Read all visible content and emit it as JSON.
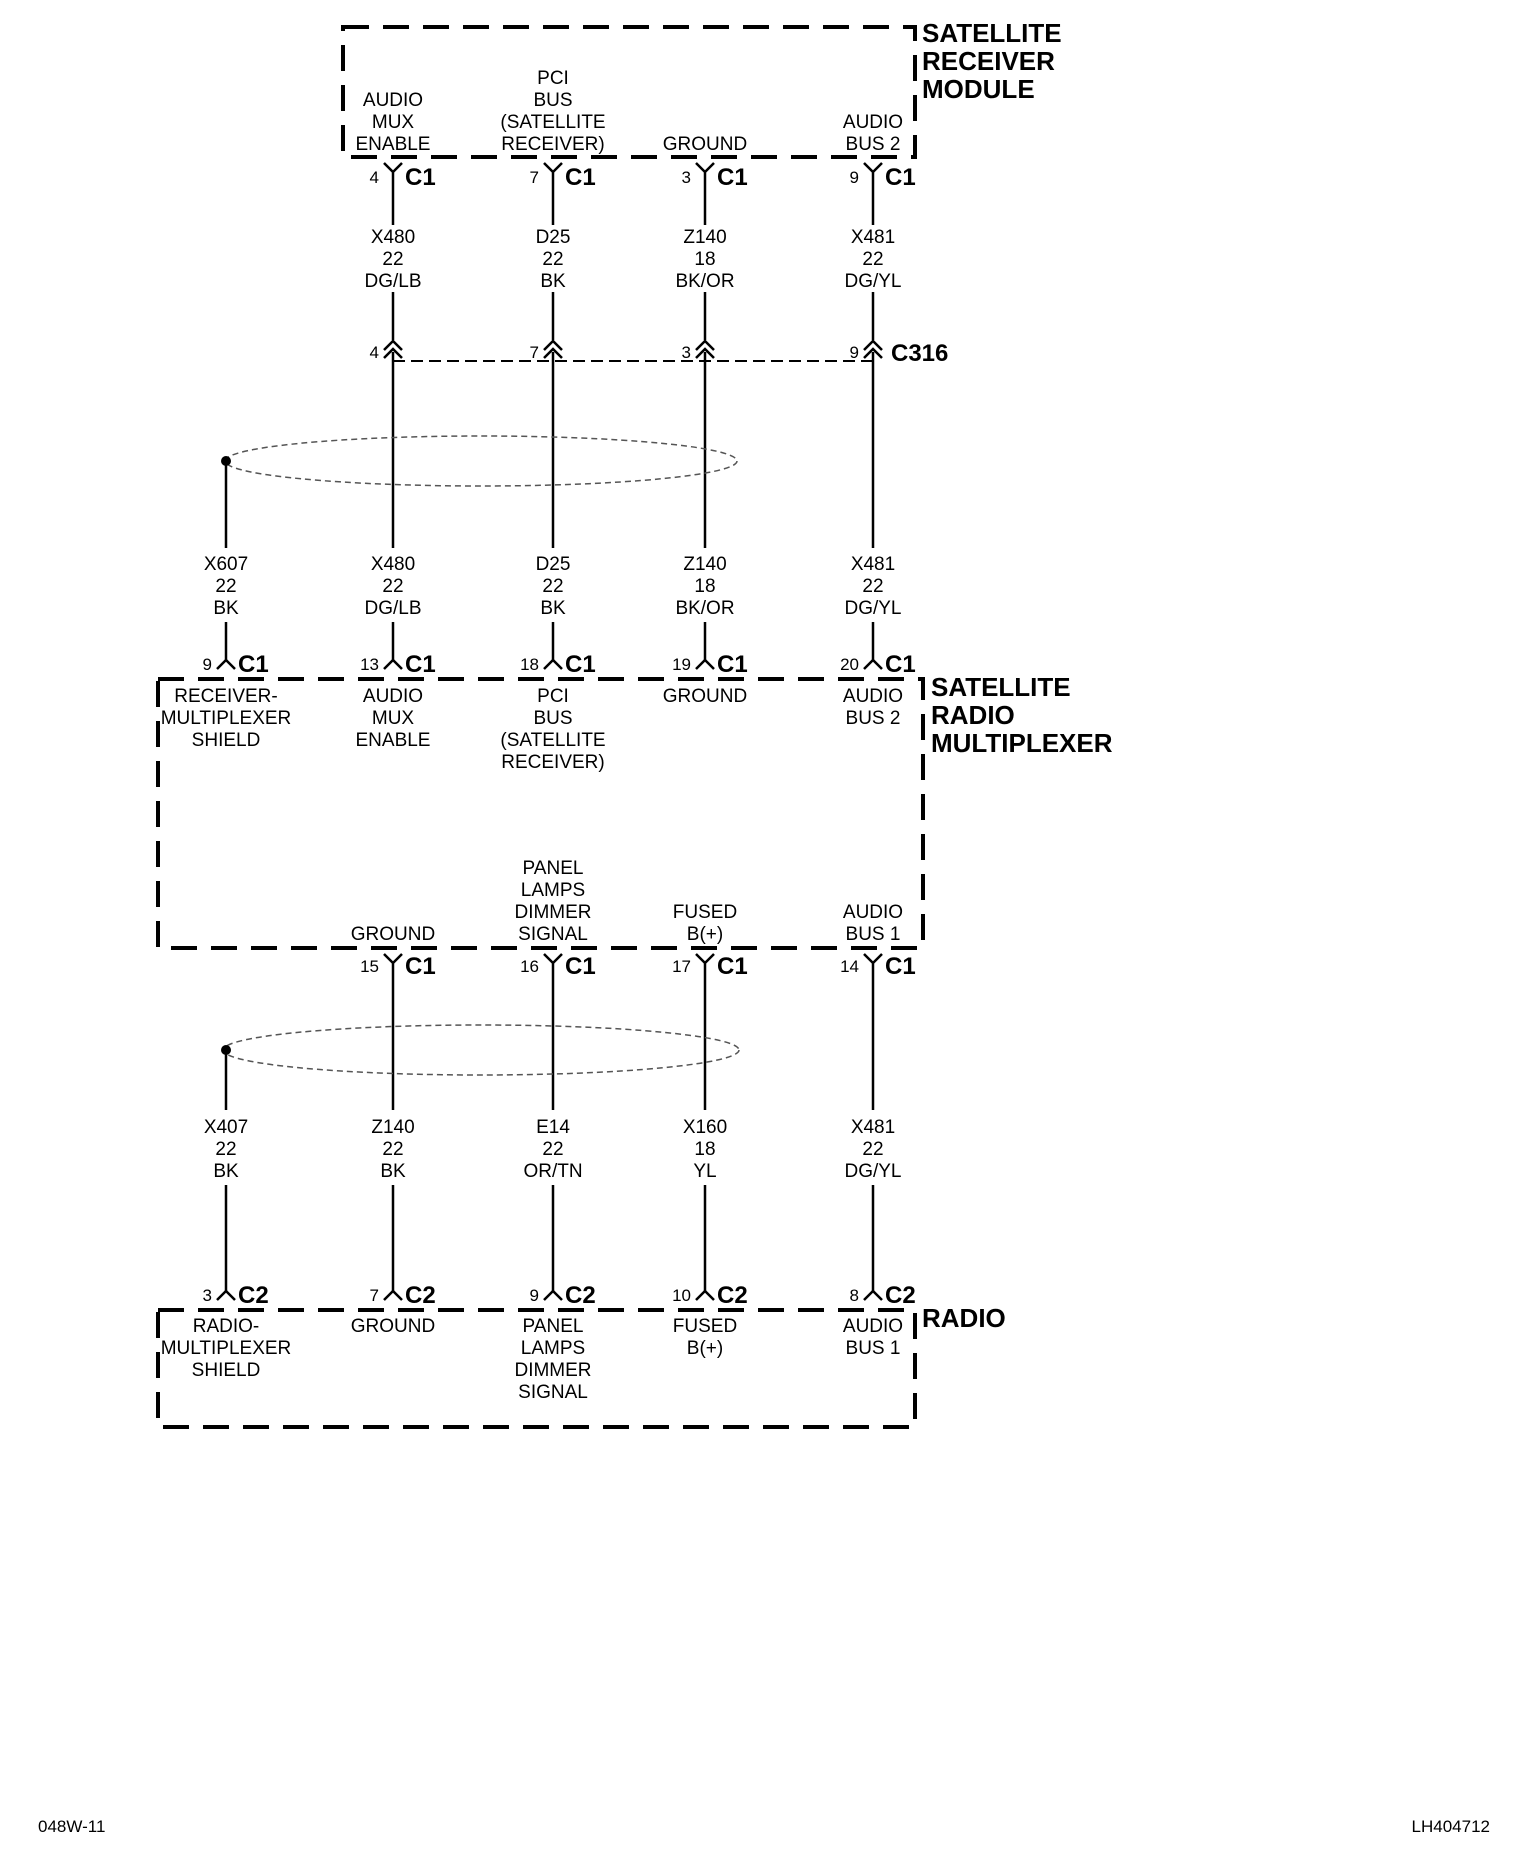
{
  "components": {
    "satellite_receiver_module": {
      "name_lines": [
        "SATELLITE",
        "RECEIVER",
        "MODULE"
      ],
      "pins": [
        {
          "label": [
            "AUDIO",
            "MUX",
            "ENABLE"
          ],
          "pin": "4",
          "connector": "C1"
        },
        {
          "label": [
            "PCI",
            "BUS",
            "(SATELLITE",
            "RECEIVER)"
          ],
          "pin": "7",
          "connector": "C1"
        },
        {
          "label": [
            "GROUND"
          ],
          "pin": "3",
          "connector": "C1"
        },
        {
          "label": [
            "AUDIO",
            "BUS 2"
          ],
          "pin": "9",
          "connector": "C1"
        }
      ]
    },
    "splice_connector": {
      "name": "C316",
      "pins": [
        "4",
        "7",
        "3",
        "9"
      ]
    },
    "satellite_radio_multiplexer": {
      "name_lines": [
        "SATELLITE",
        "RADIO",
        "MULTIPLEXER"
      ],
      "top_pins": [
        {
          "label": [
            "RECEIVER-",
            "MULTIPLEXER",
            "SHIELD"
          ],
          "pin": "9",
          "connector": "C1"
        },
        {
          "label": [
            "AUDIO",
            "MUX",
            "ENABLE"
          ],
          "pin": "13",
          "connector": "C1"
        },
        {
          "label": [
            "PCI",
            "BUS",
            "(SATELLITE",
            "RECEIVER)"
          ],
          "pin": "18",
          "connector": "C1"
        },
        {
          "label": [
            "GROUND"
          ],
          "pin": "19",
          "connector": "C1"
        },
        {
          "label": [
            "AUDIO",
            "BUS 2"
          ],
          "pin": "20",
          "connector": "C1"
        }
      ],
      "bottom_pins": [
        {
          "label": [
            "GROUND"
          ],
          "pin": "15",
          "connector": "C1"
        },
        {
          "label": [
            "PANEL",
            "LAMPS",
            "DIMMER",
            "SIGNAL"
          ],
          "pin": "16",
          "connector": "C1"
        },
        {
          "label": [
            "FUSED",
            "B(+)"
          ],
          "pin": "17",
          "connector": "C1"
        },
        {
          "label": [
            "AUDIO",
            "BUS 1"
          ],
          "pin": "14",
          "connector": "C1"
        }
      ]
    },
    "radio": {
      "name_lines": [
        "RADIO"
      ],
      "pins": [
        {
          "label": [
            "RADIO-",
            "MULTIPLEXER",
            "SHIELD"
          ],
          "pin": "3",
          "connector": "C2"
        },
        {
          "label": [
            "GROUND"
          ],
          "pin": "7",
          "connector": "C2"
        },
        {
          "label": [
            "PANEL",
            "LAMPS",
            "DIMMER",
            "SIGNAL"
          ],
          "pin": "9",
          "connector": "C2"
        },
        {
          "label": [
            "FUSED",
            "B(+)"
          ],
          "pin": "10",
          "connector": "C2"
        },
        {
          "label": [
            "AUDIO",
            "BUS 1"
          ],
          "pin": "8",
          "connector": "C2"
        }
      ]
    }
  },
  "wires": {
    "upper": [
      {
        "circuit": "X480",
        "gauge": "22",
        "color": "DG/LB"
      },
      {
        "circuit": "D25",
        "gauge": "22",
        "color": "BK"
      },
      {
        "circuit": "Z140",
        "gauge": "18",
        "color": "BK/OR"
      },
      {
        "circuit": "X481",
        "gauge": "22",
        "color": "DG/YL"
      }
    ],
    "middle": [
      {
        "circuit": "X607",
        "gauge": "22",
        "color": "BK"
      },
      {
        "circuit": "X480",
        "gauge": "22",
        "color": "DG/LB"
      },
      {
        "circuit": "D25",
        "gauge": "22",
        "color": "BK"
      },
      {
        "circuit": "Z140",
        "gauge": "18",
        "color": "BK/OR"
      },
      {
        "circuit": "X481",
        "gauge": "22",
        "color": "DG/YL"
      }
    ],
    "lower": [
      {
        "circuit": "X407",
        "gauge": "22",
        "color": "BK"
      },
      {
        "circuit": "Z140",
        "gauge": "22",
        "color": "BK"
      },
      {
        "circuit": "E14",
        "gauge": "22",
        "color": "OR/TN"
      },
      {
        "circuit": "X160",
        "gauge": "18",
        "color": "YL"
      },
      {
        "circuit": "X481",
        "gauge": "22",
        "color": "DG/YL"
      }
    ]
  },
  "footer": {
    "left_code": "048W-11",
    "right_code": "LH404712"
  }
}
